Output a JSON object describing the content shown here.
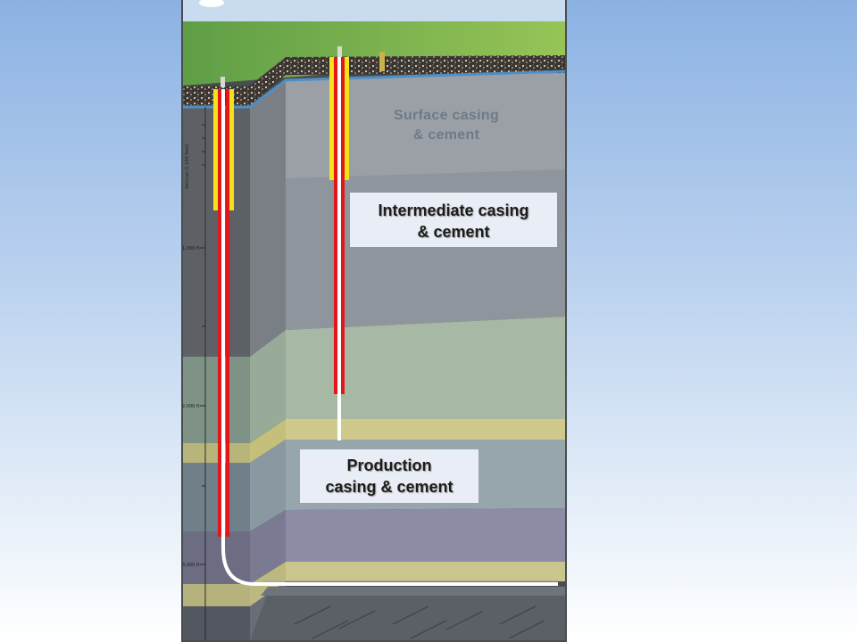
{
  "labels": {
    "surface": [
      "Surface casing",
      "& cement"
    ],
    "intermediate": [
      "Intermediate casing",
      "& cement"
    ],
    "production": [
      "Production",
      "casing & cement"
    ]
  },
  "depth_scale": {
    "caption": "Vertical (1-100 feet)",
    "ticks": [
      "1,000 ft",
      "2,000 ft",
      "3,000 ft"
    ]
  },
  "colors": {
    "ground": "#7cb35a",
    "casing_red": "#e2161b",
    "casing_yellow": "#f4e31a",
    "wellbore": "#ffffff",
    "label_box": "#e9eef6"
  }
}
